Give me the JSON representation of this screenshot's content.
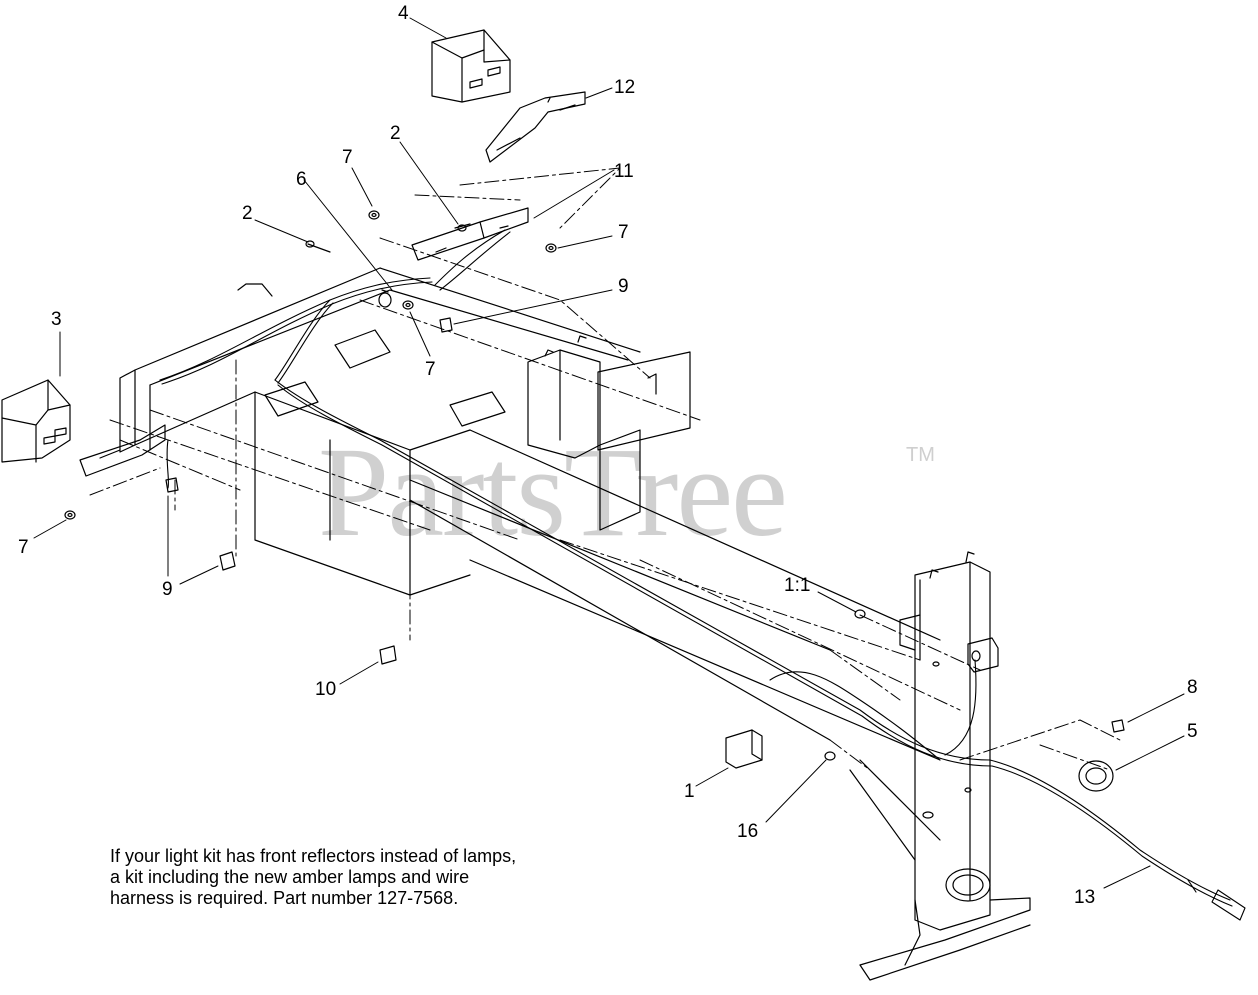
{
  "watermark": {
    "brand": "PartsTree",
    "trademark": "TM"
  },
  "callouts": {
    "c1": "1",
    "c1_1": "1:1",
    "c2a": "2",
    "c2b": "2",
    "c3": "3",
    "c4": "4",
    "c5": "5",
    "c6": "6",
    "c7a": "7",
    "c7b": "7",
    "c7c": "7",
    "c7d": "7",
    "c8": "8",
    "c9a": "9",
    "c9b": "9",
    "c10": "10",
    "c11": "11",
    "c12": "12",
    "c13": "13",
    "c16": "16"
  },
  "note": {
    "line1": "If your light kit has front reflectors instead of lamps,",
    "line2": "a kit including the new amber lamps and wire",
    "line3": "harness is required. Part number 127-7568."
  }
}
